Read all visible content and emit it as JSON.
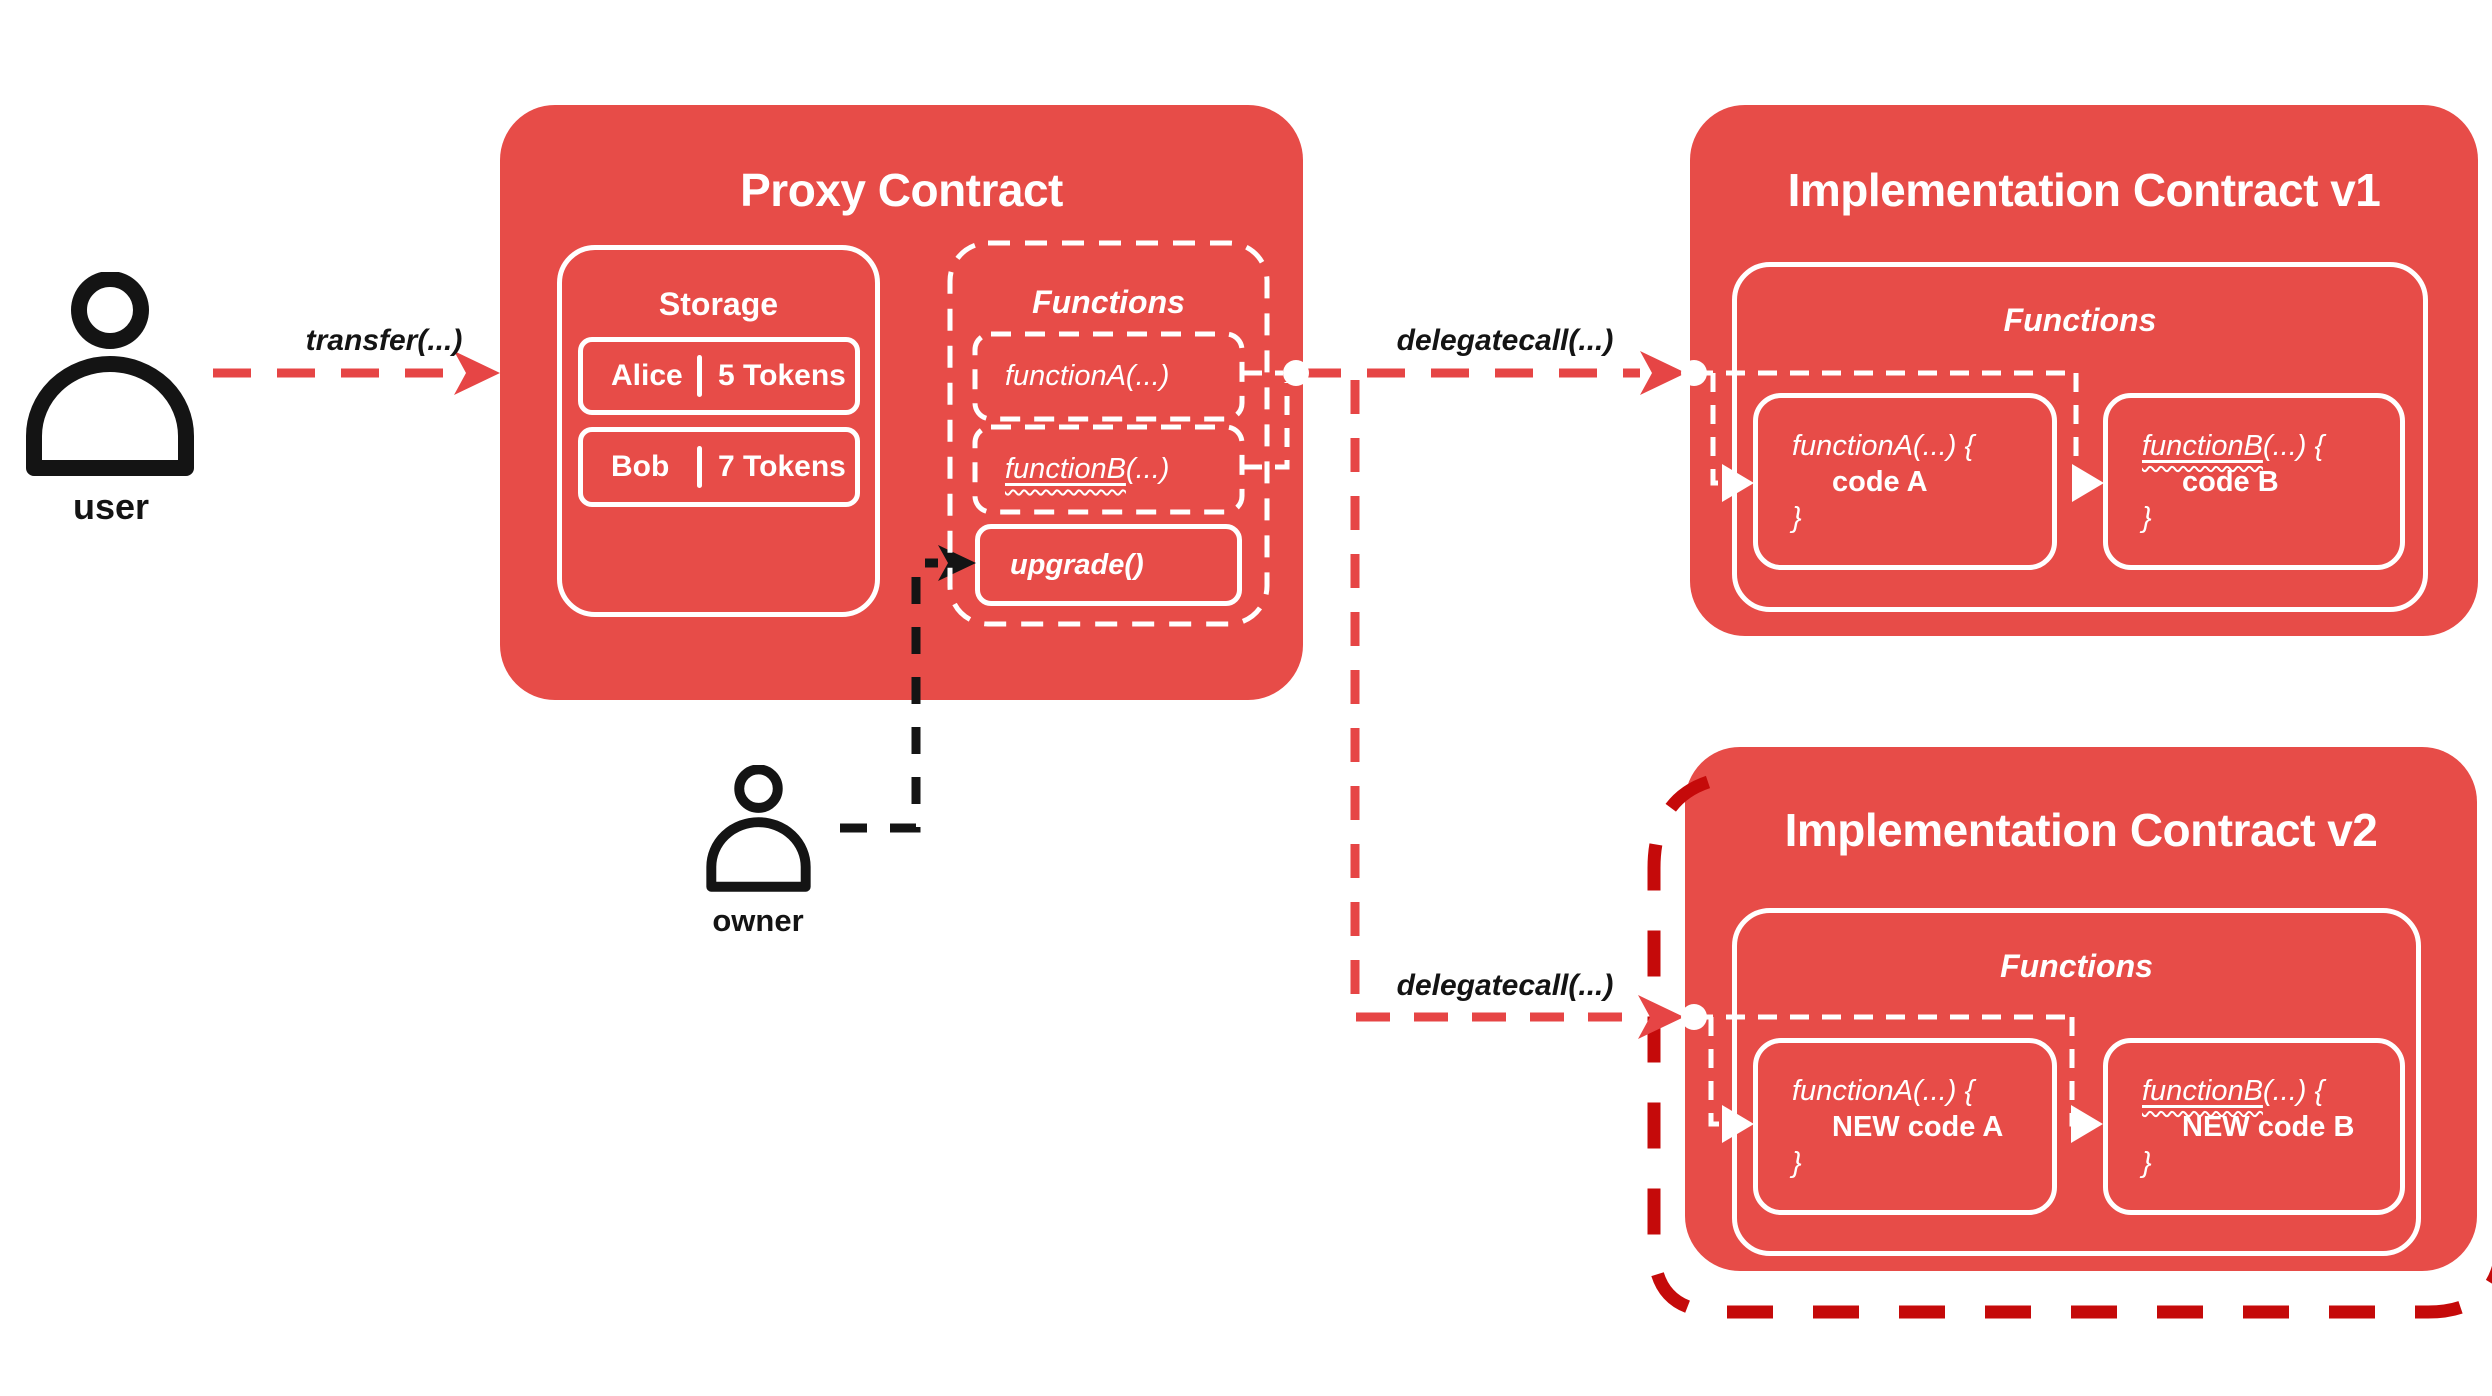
{
  "colors": {
    "red": "#E74C48",
    "line_red": "#E64545",
    "dark_red": "#C50A0A",
    "black": "#141414",
    "white": "#FFFFFF"
  },
  "actors": {
    "user_label": "user",
    "owner_label": "owner"
  },
  "edges": {
    "transfer_label": "transfer(...)",
    "delegatecall_v1_label": "delegatecall(...)",
    "delegatecall_v2_label": "delegatecall(...)"
  },
  "proxy": {
    "title": "Proxy Contract",
    "storage": {
      "title": "Storage",
      "rows": [
        {
          "name": "Alice",
          "value": "5 Tokens"
        },
        {
          "name": "Bob",
          "value": "7 Tokens"
        }
      ]
    },
    "functions": {
      "title": "Functions",
      "function_a": "functionA(...)",
      "function_b_name": "functionB",
      "function_b_suffix": "(...)",
      "upgrade": "upgrade()"
    }
  },
  "impl_v1": {
    "title": "Implementation Contract v1",
    "functions_title": "Functions",
    "function_a": {
      "line1": "functionA(...) {",
      "body": "code A",
      "line3": "}"
    },
    "function_b": {
      "name": "functionB",
      "suffix": "(...) {",
      "body": "code B",
      "line3": "}"
    }
  },
  "impl_v2": {
    "title": "Implementation Contract v2",
    "functions_title": "Functions",
    "function_a": {
      "line1": "functionA(...) {",
      "body": "NEW code A",
      "line3": "}"
    },
    "function_b": {
      "name": "functionB",
      "suffix": "(...) {",
      "body": "NEW code B",
      "line3": "}"
    }
  }
}
